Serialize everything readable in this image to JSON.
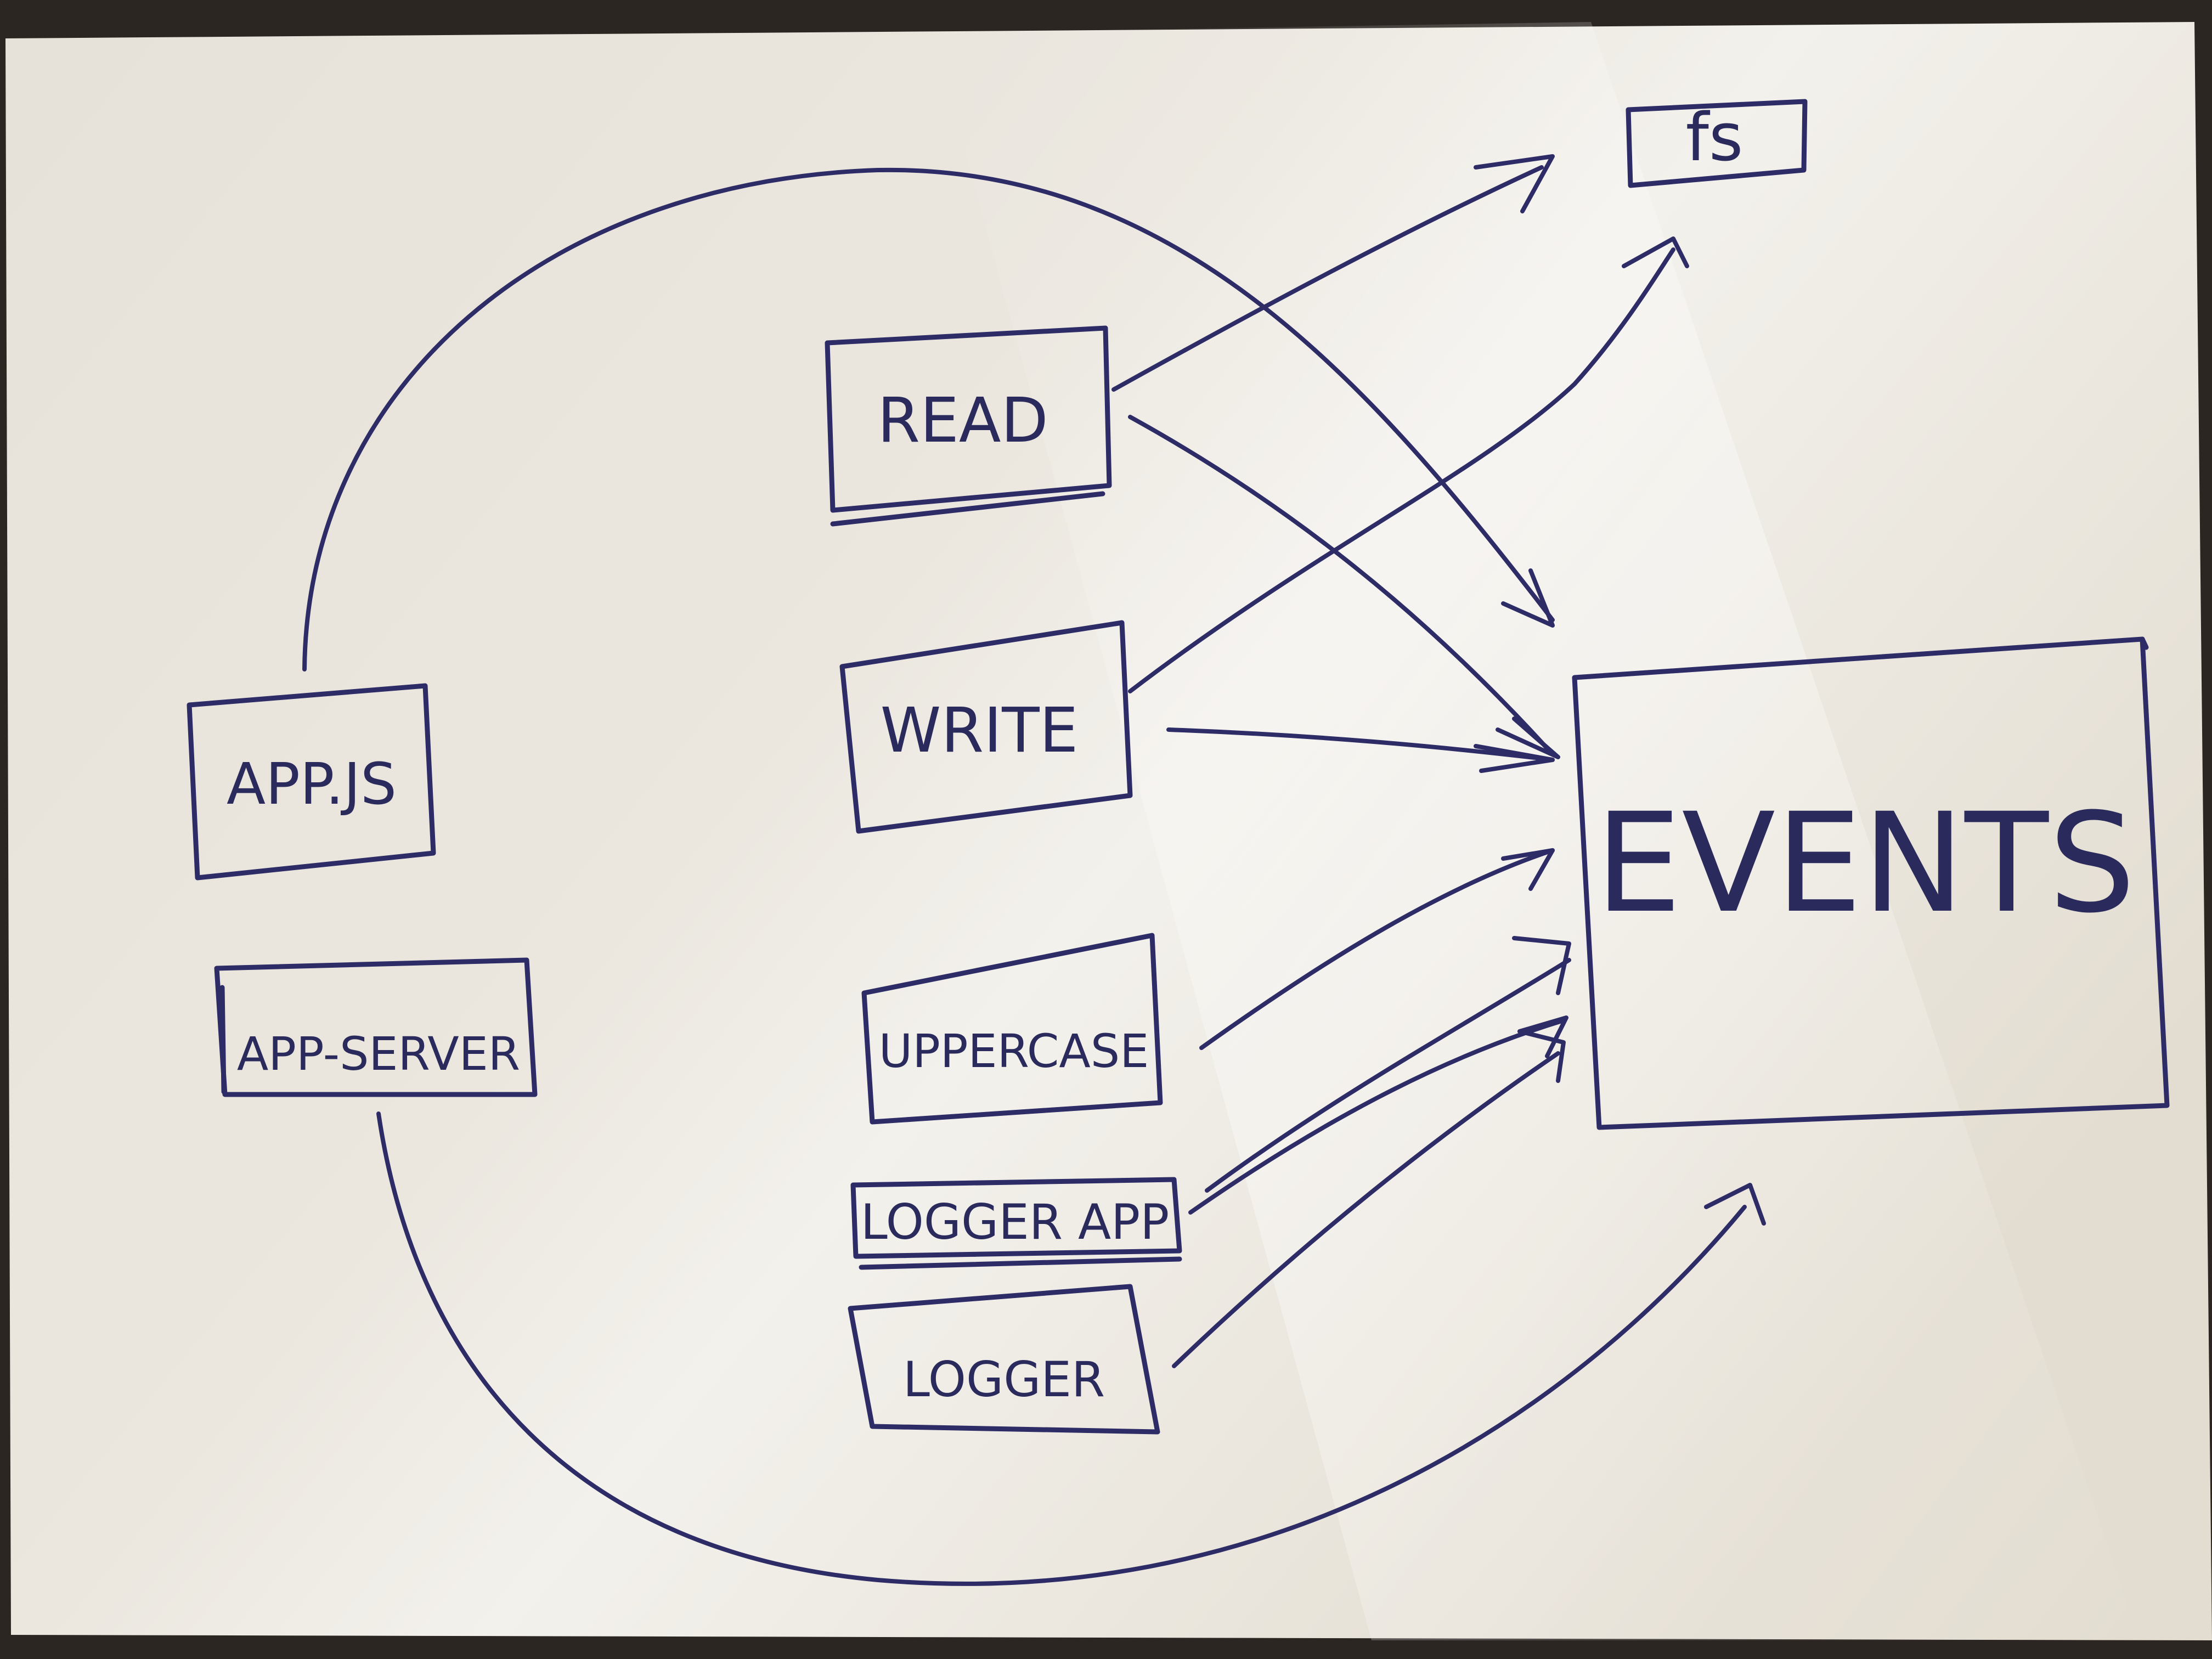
{
  "diagram": {
    "nodes": {
      "fs": "fs",
      "read": "READ",
      "write": "WRITE",
      "app_js": "APP.JS",
      "app_server": "APP-SERVER",
      "uppercase": "UPPERCASE",
      "logger_app": "LOGGER APP",
      "logger": "LOGGER",
      "events": "EVENTS"
    },
    "edges": [
      {
        "from": "APP.JS",
        "to": "EVENTS"
      },
      {
        "from": "READ",
        "to": "fs"
      },
      {
        "from": "READ",
        "to": "EVENTS"
      },
      {
        "from": "WRITE",
        "to": "fs"
      },
      {
        "from": "WRITE",
        "to": "EVENTS"
      },
      {
        "from": "UPPERCASE",
        "to": "EVENTS"
      },
      {
        "from": "LOGGER APP",
        "to": "EVENTS"
      },
      {
        "from": "LOGGER",
        "to": "EVENTS"
      },
      {
        "from": "APP-SERVER",
        "to": "EVENTS"
      }
    ]
  },
  "colors": {
    "paper": "#ede8df",
    "ink": "#2e2c66",
    "background": "#2c2622"
  }
}
